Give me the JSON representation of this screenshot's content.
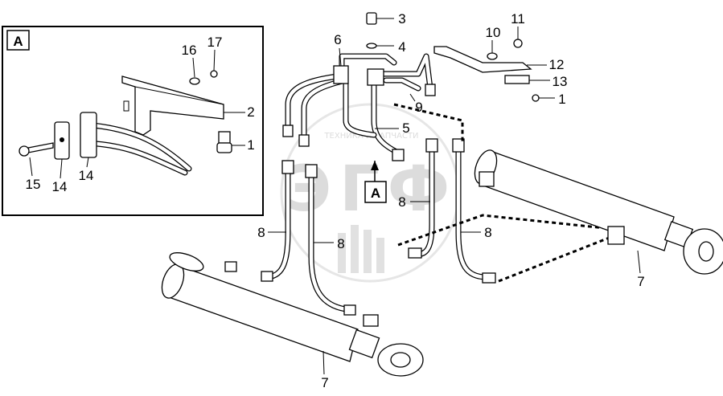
{
  "detail_view": {
    "label": "A",
    "callouts": [
      "16",
      "17",
      "2",
      "1",
      "15",
      "14",
      "14"
    ]
  },
  "main_view": {
    "view_marker": "A",
    "callouts": [
      "3",
      "4",
      "6",
      "10",
      "11",
      "12",
      "13",
      "1",
      "9",
      "5",
      "8",
      "8",
      "8",
      "8",
      "7",
      "7"
    ]
  },
  "watermark": {
    "arc_text": "ТЕХНИКА И ЗАПЧАСТИ",
    "letters": "ЭГФ"
  }
}
